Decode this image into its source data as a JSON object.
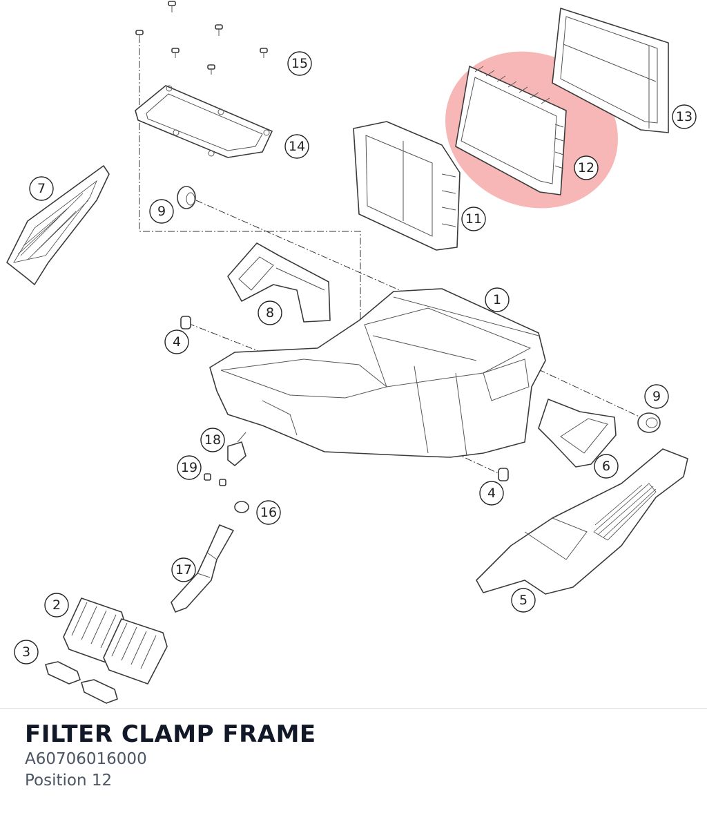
{
  "selected_part": {
    "title": "FILTER CLAMP FRAME",
    "part_number": "A60706016000",
    "position": "Position 12"
  },
  "colors": {
    "highlight": "#f07c7c",
    "title": "#111827",
    "subtext": "#4b5563"
  },
  "callouts": [
    {
      "id": "c1",
      "label": "1"
    },
    {
      "id": "c2",
      "label": "2"
    },
    {
      "id": "c3",
      "label": "3"
    },
    {
      "id": "c4a",
      "label": "4"
    },
    {
      "id": "c4b",
      "label": "4"
    },
    {
      "id": "c5",
      "label": "5"
    },
    {
      "id": "c6",
      "label": "6"
    },
    {
      "id": "c7",
      "label": "7"
    },
    {
      "id": "c8",
      "label": "8"
    },
    {
      "id": "c9a",
      "label": "9"
    },
    {
      "id": "c9b",
      "label": "9"
    },
    {
      "id": "c11",
      "label": "11"
    },
    {
      "id": "c12",
      "label": "12"
    },
    {
      "id": "c13",
      "label": "13"
    },
    {
      "id": "c14",
      "label": "14"
    },
    {
      "id": "c15",
      "label": "15"
    },
    {
      "id": "c16",
      "label": "16"
    },
    {
      "id": "c17",
      "label": "17"
    },
    {
      "id": "c18",
      "label": "18"
    },
    {
      "id": "c19",
      "label": "19"
    }
  ]
}
